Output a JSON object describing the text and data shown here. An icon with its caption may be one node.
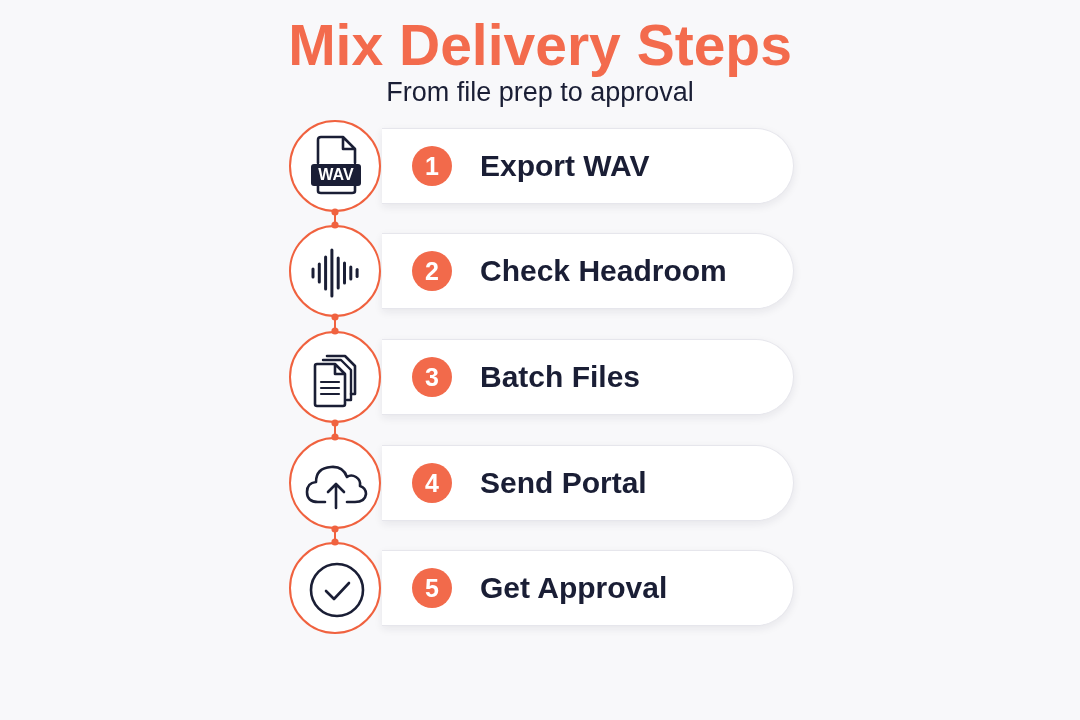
{
  "diagram": {
    "title": "Mix Delivery Steps",
    "nodes": [
      {
        "text": [
          "WAV"
        ]
      },
      {
        "text": [
          "Export WAV"
        ]
      },
      {
        "text": [
          "1"
        ],
        "in": 1
      },
      {
        "text": [],
        "shape": "circle"
      },
      {
        "text": [
          "Check Headroom"
        ]
      },
      {
        "text": [
          "2"
        ],
        "in": 4
      },
      {
        "text": [],
        "shape": "circle"
      },
      {
        "text": [
          "Batch Files"
        ]
      },
      {
        "text": [
          "3"
        ],
        "in": 7
      },
      {
        "text": [],
        "shape": "circle"
      },
      {
        "text": [
          "Send Portal"
        ]
      },
      {
        "text": [
          "4"
        ],
        "in": 10
      },
      {
        "text": [],
        "shape": "circle"
      },
      {
        "text": [
          "Get Approval"
        ]
      },
      {
        "text": [
          "5"
        ],
        "in": 13
      }
    ],
    "edges": [
      {
        "from": 0,
        "to": 3,
        "arrow": "other"
      },
      {
        "from": 3,
        "to": 6,
        "arrow": "other"
      },
      {
        "from": 6,
        "to": 9,
        "arrow": "other"
      },
      {
        "from": 9,
        "to": 12,
        "arrow": "other"
      }
    ],
    "labels": [
      "From file prep to approval"
    ]
  }
}
